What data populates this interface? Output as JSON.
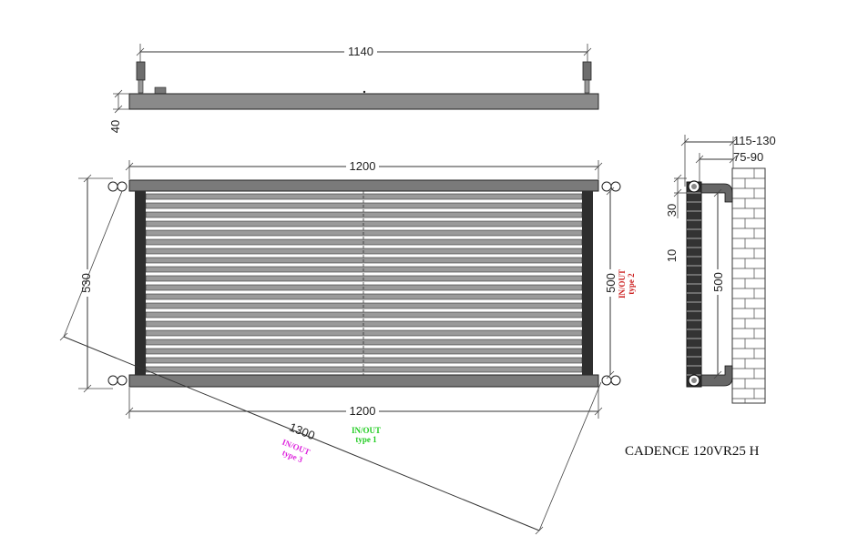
{
  "title": "CADENCE 120VR25 H",
  "top_view": {
    "width_label": "1140",
    "depth_label": "40"
  },
  "front_view": {
    "top_width_label": "1200",
    "bottom_width_label": "1200",
    "height_label": "530",
    "right_height_label": "500",
    "diagonal_label": "1300",
    "connections": [
      {
        "line1": "IN/OUT",
        "line2": "type 1",
        "color": "#22cc22"
      },
      {
        "line1": "IN/OUT",
        "line2": "type 2",
        "color": "#cc2222"
      },
      {
        "line1": "IN/OUT",
        "line2": "type 3",
        "color": "#dd22dd"
      }
    ]
  },
  "side_view": {
    "wall_distance_label": "115-130",
    "bracket_label": "75-90",
    "offset_label_a": "30",
    "offset_label_b": "10",
    "height_label": "500"
  }
}
